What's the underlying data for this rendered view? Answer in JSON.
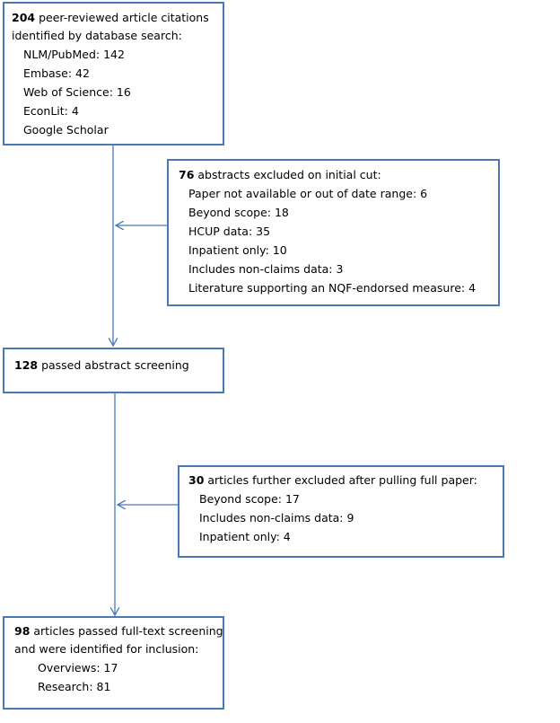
{
  "box1": {
    "count": "204",
    "text": " peer-reviewed article citations",
    "text2": "identified by database search:",
    "items": [
      "NLM/PubMed: 142",
      "Embase: 42",
      "Web of Science: 16",
      "EconLit: 4",
      "Google Scholar"
    ]
  },
  "box2": {
    "count": "76",
    "text": " abstracts excluded on initial cut:",
    "items": [
      "Paper not available or out of date range: 6",
      "Beyond scope: 18",
      "HCUP data: 35",
      "Inpatient only: 10",
      "Includes non-claims data: 3",
      "Literature supporting an NQF-endorsed measure: 4"
    ]
  },
  "box3": {
    "count": "128",
    "text": " passed abstract screening"
  },
  "box4": {
    "count": "30",
    "text": " articles further excluded after pulling full paper:",
    "items": [
      "Beyond scope: 17",
      "Includes non-claims data: 9",
      "Inpatient only: 4"
    ]
  },
  "box5": {
    "count": "98",
    "text": " articles passed full-text screening",
    "text2": "and were identified for inclusion:",
    "items": [
      "Overviews: 17",
      "Research: 81"
    ]
  },
  "colors": {
    "border": "#4a7ab5",
    "arrow": "#4a7ab5"
  }
}
